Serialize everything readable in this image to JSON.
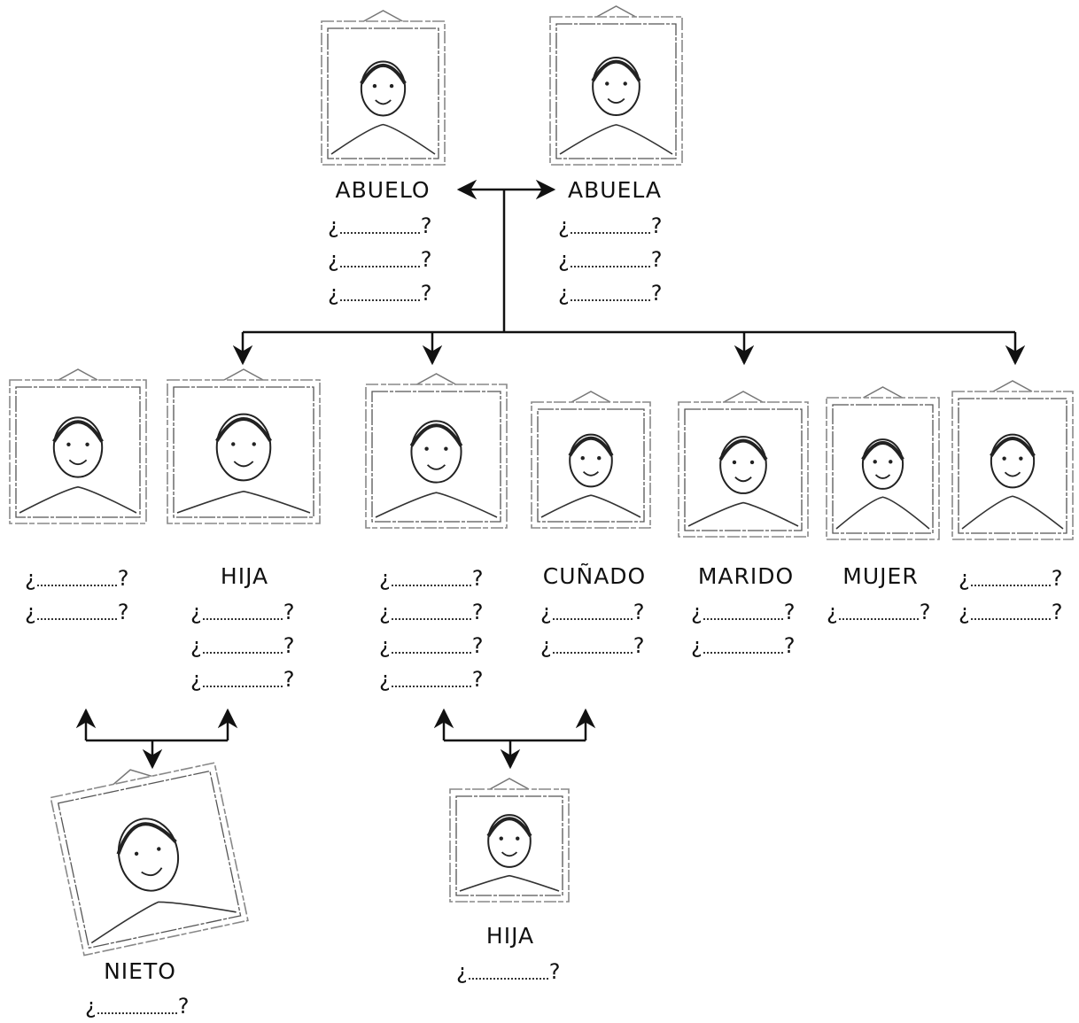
{
  "question": {
    "open": "¿",
    "close": "?"
  },
  "members": [
    {
      "id": "abuelo",
      "label": "ABUELO",
      "blanks": 3,
      "portrait": "grandfather-portrait"
    },
    {
      "id": "abuela",
      "label": "ABUELA",
      "blanks": 3,
      "portrait": "grandmother-portrait"
    },
    {
      "id": "son-1",
      "label": "",
      "blanks": 2,
      "portrait": "young-man-portrait"
    },
    {
      "id": "hija-1",
      "label": "HIJA",
      "blanks": 3,
      "portrait": "curly-woman-portrait"
    },
    {
      "id": "daughter-2",
      "label": "",
      "blanks": 4,
      "portrait": "long-haired-woman-portrait"
    },
    {
      "id": "cunado",
      "label": "CUÑADO",
      "blanks": 2,
      "portrait": "man-portrait"
    },
    {
      "id": "marido",
      "label": "MARIDO",
      "blanks": 2,
      "portrait": "woman-curly-portrait"
    },
    {
      "id": "mujer",
      "label": "MUJER",
      "blanks": 1,
      "portrait": "dark-hair-woman-portrait"
    },
    {
      "id": "son-3",
      "label": "",
      "blanks": 2,
      "portrait": "curly-man-portrait"
    },
    {
      "id": "nieto",
      "label": "NIETO",
      "blanks": 1,
      "portrait": "boy-portrait"
    },
    {
      "id": "hija-2",
      "label": "HIJA",
      "blanks": 1,
      "portrait": "girl-portrait"
    }
  ]
}
